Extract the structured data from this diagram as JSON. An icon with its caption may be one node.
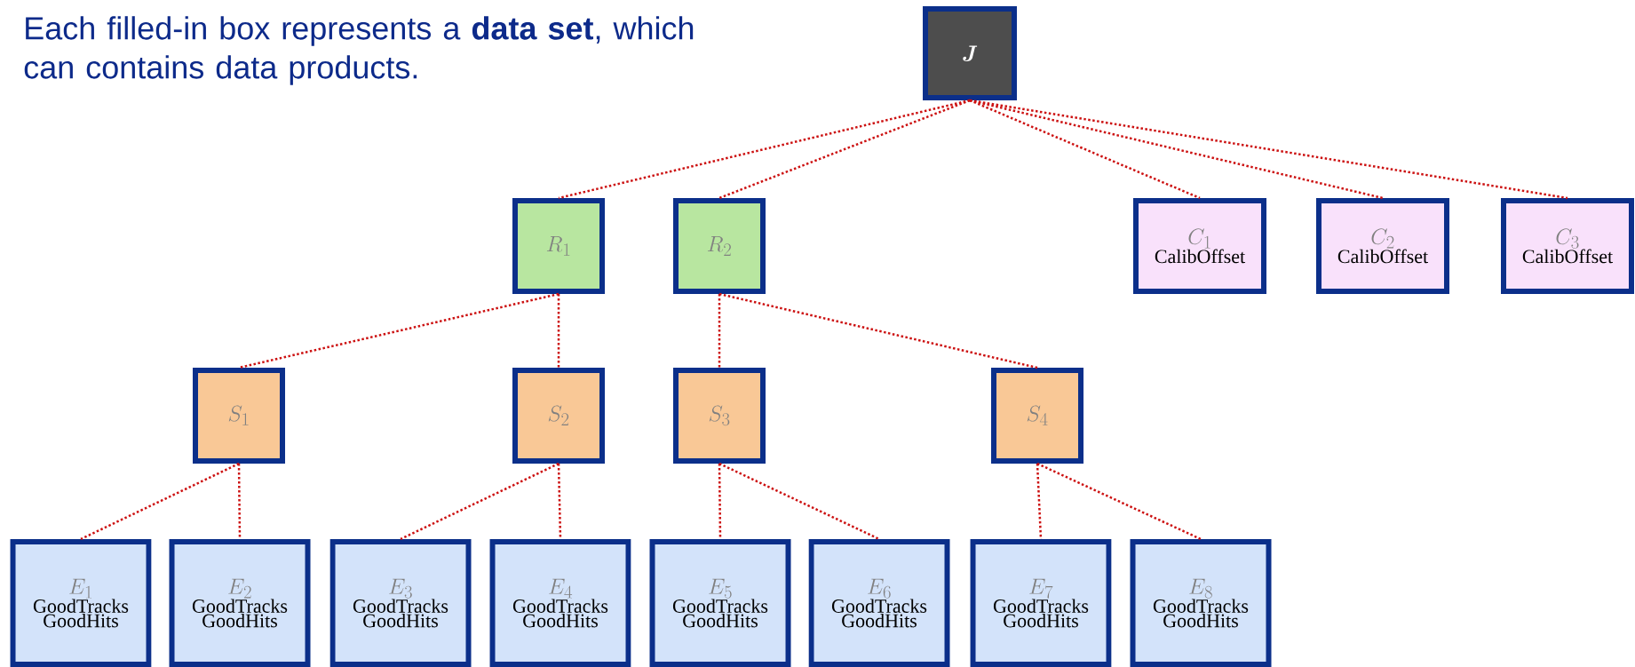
{
  "diagram": {
    "title": "Each filled-in box represents a **data set**, which can contains data products.",
    "nodes": [
      {
        "text": [
          "J"
        ]
      },
      {
        "text": [
          "R_1"
        ]
      },
      {
        "text": [
          "R_2"
        ]
      },
      {
        "text": [
          "C_1",
          "CalibOffset"
        ]
      },
      {
        "text": [
          "C_2",
          "CalibOffset"
        ]
      },
      {
        "text": [
          "C_3",
          "CalibOffset"
        ]
      },
      {
        "text": [
          "S_1"
        ]
      },
      {
        "text": [
          "S_2"
        ]
      },
      {
        "text": [
          "S_3"
        ]
      },
      {
        "text": [
          "S_4"
        ]
      },
      {
        "text": [
          "E_1",
          "GoodTracks GoodHits"
        ]
      },
      {
        "text": [
          "E_2",
          "GoodTracks GoodHits"
        ]
      },
      {
        "text": [
          "E_3",
          "GoodTracks GoodHits"
        ]
      },
      {
        "text": [
          "E_4",
          "GoodTracks GoodHits"
        ]
      },
      {
        "text": [
          "E_5",
          "GoodTracks GoodHits"
        ]
      },
      {
        "text": [
          "E_6",
          "GoodTracks GoodHits"
        ]
      },
      {
        "text": [
          "E_7",
          "GoodTracks GoodHits"
        ]
      },
      {
        "text": [
          "E_8",
          "GoodTracks GoodHits"
        ]
      }
    ],
    "edges": [
      {
        "from": 0,
        "to": 1,
        "arrow": "none"
      },
      {
        "from": 0,
        "to": 2,
        "arrow": "none"
      },
      {
        "from": 0,
        "to": 3,
        "arrow": "none"
      },
      {
        "from": 0,
        "to": 4,
        "arrow": "none"
      },
      {
        "from": 0,
        "to": 5,
        "arrow": "none"
      },
      {
        "from": 1,
        "to": 6,
        "arrow": "none"
      },
      {
        "from": 1,
        "to": 7,
        "arrow": "none"
      },
      {
        "from": 2,
        "to": 8,
        "arrow": "none"
      },
      {
        "from": 2,
        "to": 9,
        "arrow": "none"
      },
      {
        "from": 6,
        "to": 10,
        "arrow": "none"
      },
      {
        "from": 6,
        "to": 11,
        "arrow": "none"
      },
      {
        "from": 7,
        "to": 12,
        "arrow": "none"
      },
      {
        "from": 7,
        "to": 13,
        "arrow": "none"
      },
      {
        "from": 8,
        "to": 14,
        "arrow": "none"
      },
      {
        "from": 8,
        "to": 15,
        "arrow": "none"
      },
      {
        "from": 9,
        "to": 16,
        "arrow": "none"
      },
      {
        "from": 9,
        "to": 17,
        "arrow": "none"
      }
    ]
  }
}
